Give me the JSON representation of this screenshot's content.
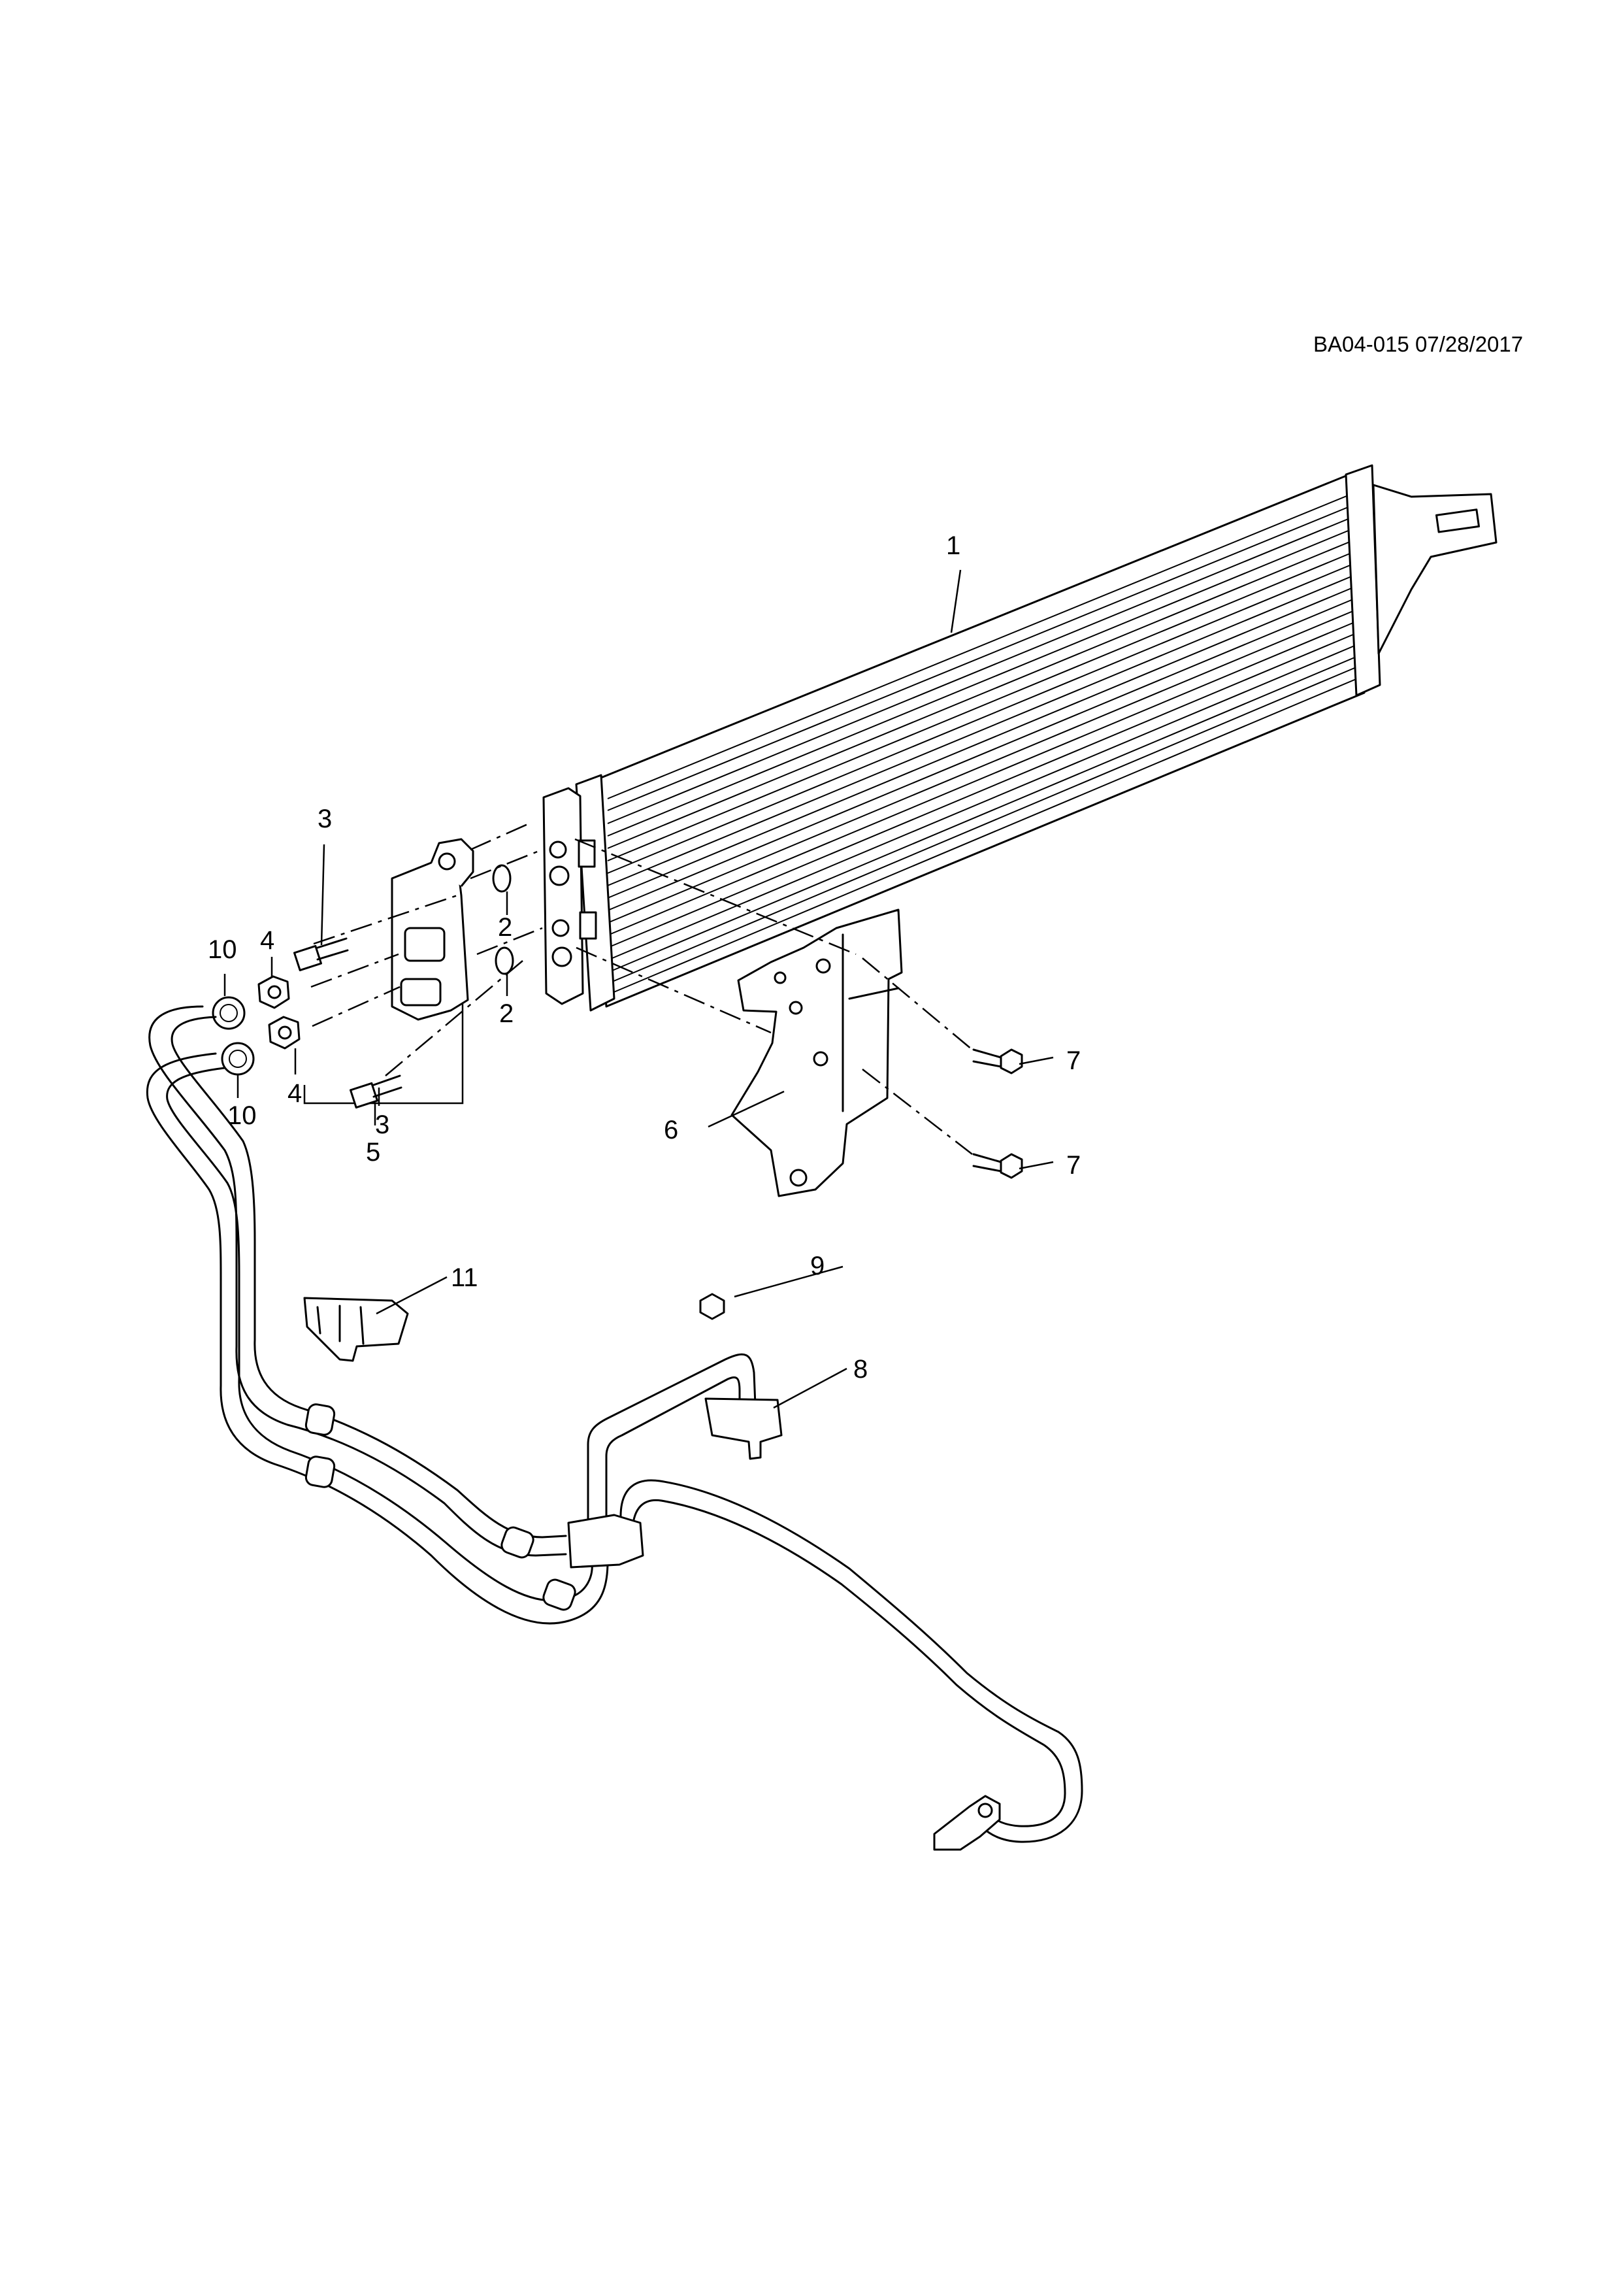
{
  "diagram": {
    "reference_code": "BA04-015 07/28/2017",
    "callouts": [
      {
        "id": "1",
        "label": "1"
      },
      {
        "id": "2a",
        "label": "2"
      },
      {
        "id": "2b",
        "label": "2"
      },
      {
        "id": "3a",
        "label": "3"
      },
      {
        "id": "3b",
        "label": "3"
      },
      {
        "id": "4a",
        "label": "4"
      },
      {
        "id": "4b",
        "label": "4"
      },
      {
        "id": "5",
        "label": "5"
      },
      {
        "id": "6",
        "label": "6"
      },
      {
        "id": "7a",
        "label": "7"
      },
      {
        "id": "7b",
        "label": "7"
      },
      {
        "id": "8",
        "label": "8"
      },
      {
        "id": "9",
        "label": "9"
      },
      {
        "id": "10a",
        "label": "10"
      },
      {
        "id": "10b",
        "label": "10"
      },
      {
        "id": "11",
        "label": "11"
      }
    ]
  }
}
